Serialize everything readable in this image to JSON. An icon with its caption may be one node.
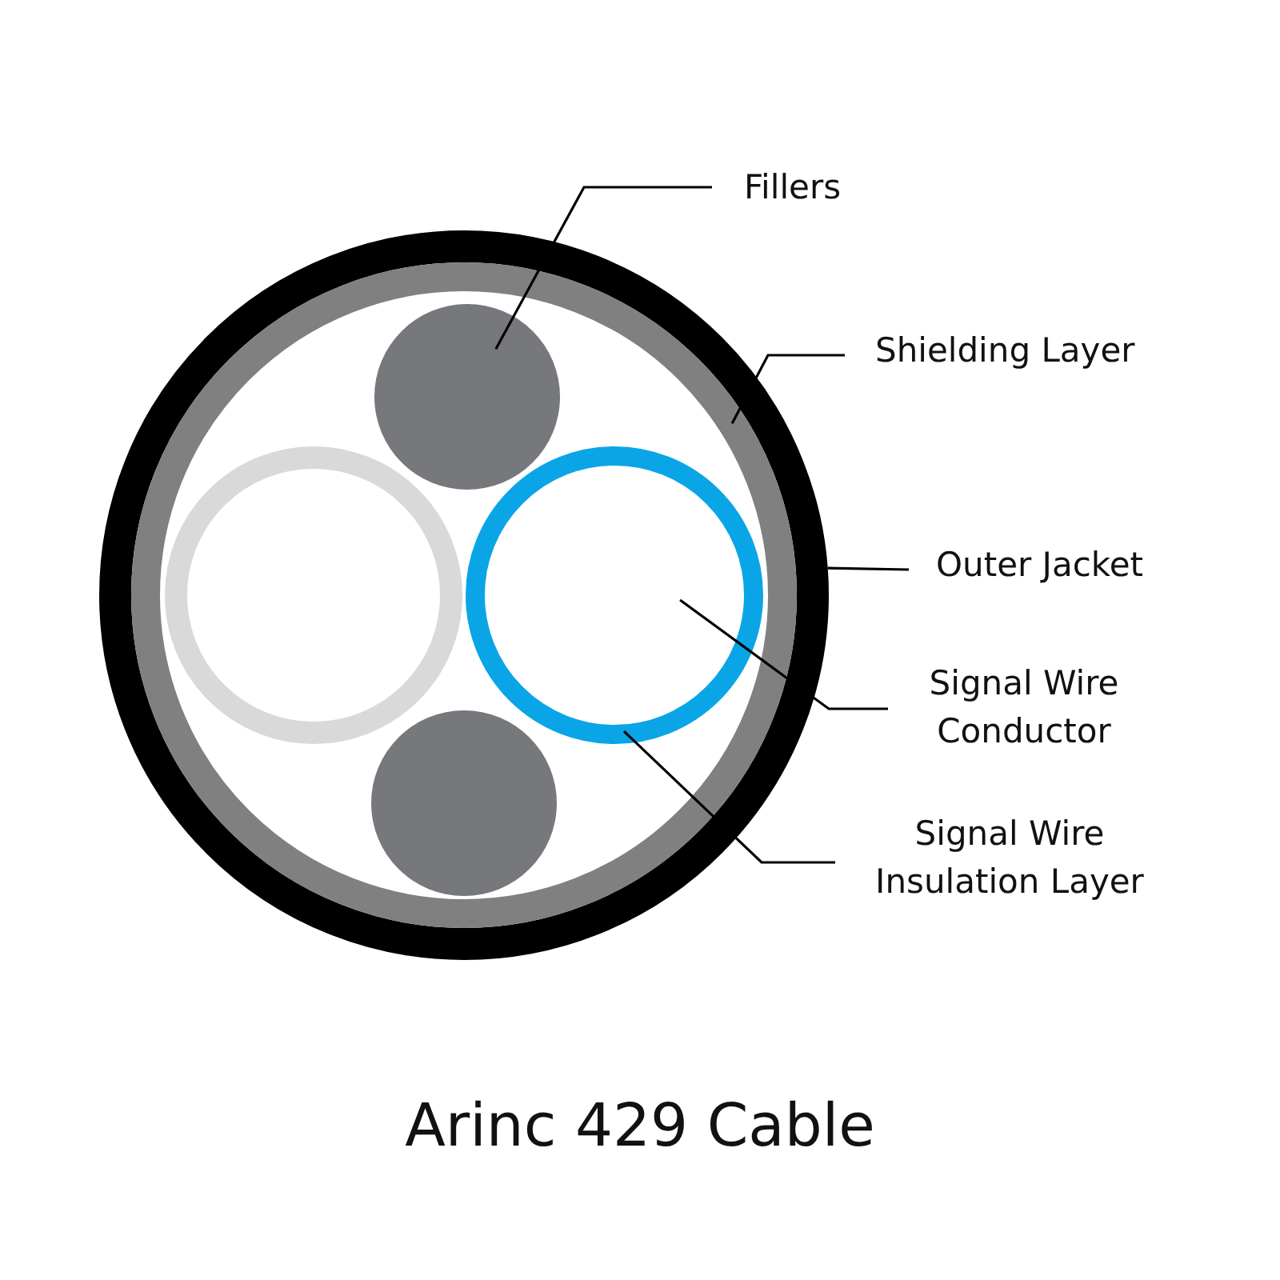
{
  "diagram": {
    "title": "Arinc 429 Cable",
    "nodes": [
      {
        "text": [
          "Fillers"
        ]
      },
      {
        "text": [],
        "shape": "circle",
        "in": 3
      },
      {
        "text": [
          "Shielding Layer"
        ]
      },
      {
        "text": [],
        "shape": "circle",
        "in": 5
      },
      {
        "text": [
          "Outer Jacket"
        ]
      },
      {
        "text": [],
        "shape": "circle"
      },
      {
        "text": [
          "Signal Wire Conductor"
        ]
      },
      {
        "text": [
          "Signal Wire Insulation Layer"
        ]
      },
      {
        "text": [],
        "shape": "circle",
        "in": 3
      },
      {
        "text": [],
        "shape": "circle",
        "in": 3
      },
      {
        "text": [],
        "shape": "circle",
        "in": 3
      }
    ],
    "edges": [
      {
        "from": 0,
        "to": 1,
        "arrow": "none"
      },
      {
        "from": 2,
        "to": 3,
        "arrow": "none"
      },
      {
        "from": 4,
        "to": 5,
        "arrow": "none"
      },
      {
        "from": 6,
        "to": 8,
        "arrow": "none"
      },
      {
        "from": 7,
        "to": 8,
        "arrow": "none"
      }
    ]
  }
}
